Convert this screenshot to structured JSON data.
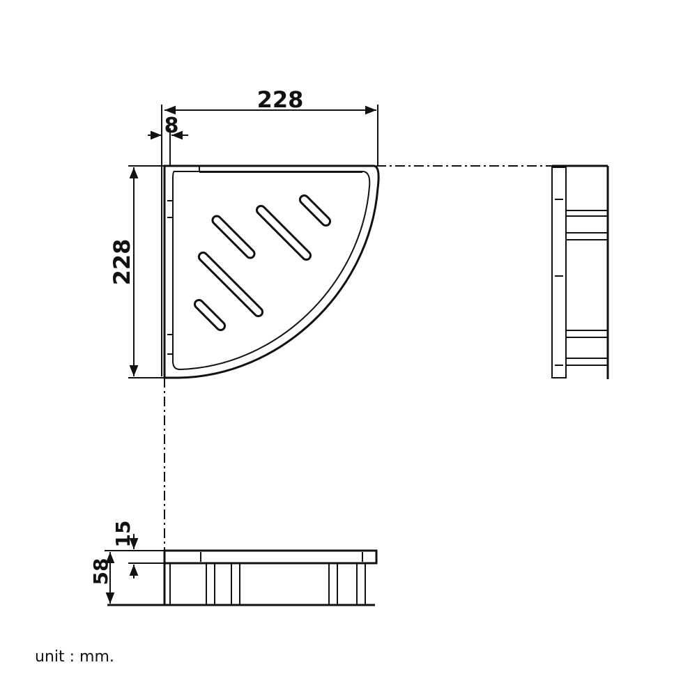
{
  "diagram": {
    "dimensions": {
      "top_width": "228",
      "wall_offset": "8",
      "side_depth": "228",
      "rim_height": "15",
      "total_height": "58"
    },
    "unit_note": "unit : mm.",
    "line_color": "#111111",
    "background": "#ffffff"
  }
}
